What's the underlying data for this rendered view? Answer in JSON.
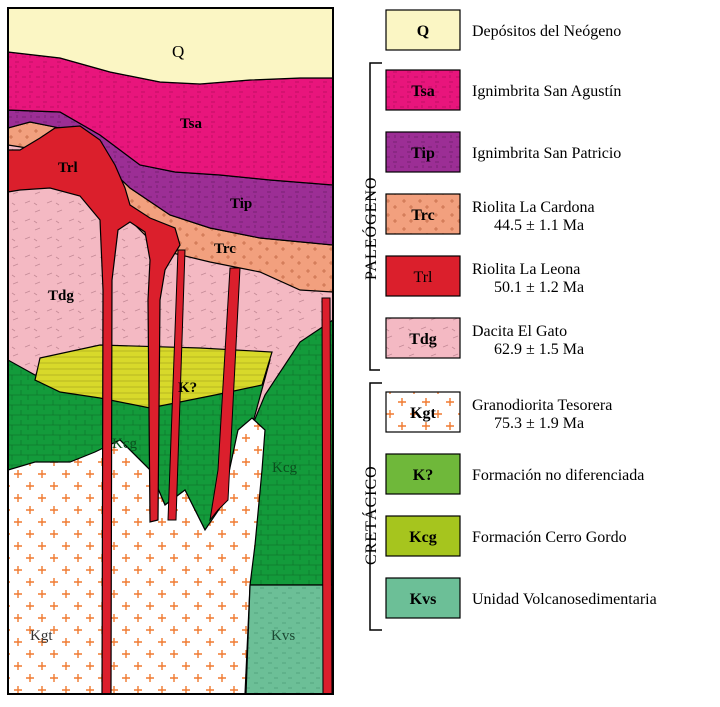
{
  "section": {
    "labels": {
      "q": "Q",
      "tsa": "Tsa",
      "tip": "Tip",
      "trc": "Trc",
      "trl": "Trl",
      "tdg": "Tdg",
      "kq": "K?",
      "kcg_left": "Kcg",
      "kcg_right": "Kcg",
      "kgt": "Kgt",
      "kvs": "Kvs"
    }
  },
  "legend": {
    "items": [
      {
        "code": "Q",
        "desc": "Depósitos del Neógeno",
        "age": "",
        "color": "#fbf6c4"
      },
      {
        "code": "Tsa",
        "desc": "Ignimbrita San Agustín",
        "age": "",
        "color": "#e8157c"
      },
      {
        "code": "Tip",
        "desc": "Ignimbrita San Patricio",
        "age": "",
        "color": "#9c2e95"
      },
      {
        "code": "Trc",
        "desc": "Riolita La Cardona",
        "age": "44.5 ± 1.1 Ma",
        "color": "#f2a07e"
      },
      {
        "code": "Trl",
        "desc": "Riolita La Leona",
        "age": "50.1 ± 1.2 Ma",
        "color": "#db1f2c"
      },
      {
        "code": "Tdg",
        "desc": "Dacita El Gato",
        "age": "62.9 ± 1.5 Ma",
        "color": "#f4b9c3"
      },
      {
        "code": "Kgt",
        "desc": "Granodiorita Tesorera",
        "age": "75.3 ± 1.9 Ma",
        "color": "#ffffff"
      },
      {
        "code": "K?",
        "desc": "Formación no diferenciada",
        "age": "",
        "color": "#6fb83a"
      },
      {
        "code": "Kcg",
        "desc": "Formación Cerro Gordo",
        "age": "",
        "color": "#a6c51e"
      },
      {
        "code": "Kvs",
        "desc": "Unidad Volcanosedimentaria",
        "age": "",
        "color": "#6cbf97"
      }
    ],
    "eras": {
      "paleogene": "PALEÓGENO",
      "cretaceous": "CRETÁCICO"
    }
  },
  "colors": {
    "q": "#fbf6c4",
    "tsa": "#e8157c",
    "tip": "#9c2e95",
    "trc": "#f2a07e",
    "trl": "#db1f2c",
    "tdg": "#f4b9c3",
    "kgt_plus": "#f07a30",
    "kq": "#d8d92a",
    "kcg": "#139b3b",
    "kvs": "#6cbf97"
  }
}
